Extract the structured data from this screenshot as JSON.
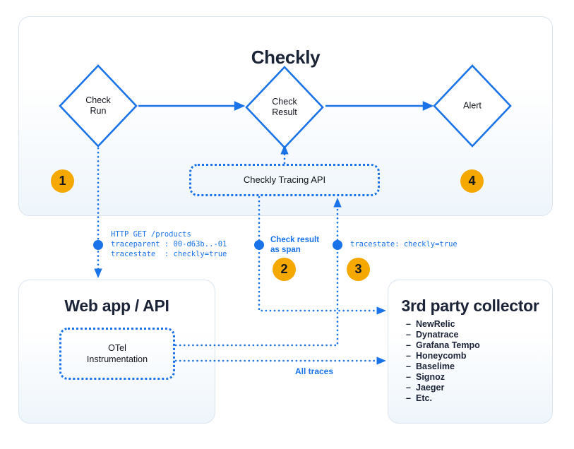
{
  "checkly_panel": {
    "title": "Checkly",
    "nodes": [
      {
        "id": "check-run",
        "label": "Check\nRun"
      },
      {
        "id": "check-result",
        "label": "Check\nResult"
      },
      {
        "id": "alert",
        "label": "Alert"
      }
    ],
    "tracing_api": {
      "label": "Checkly Tracing API"
    }
  },
  "webapp_panel": {
    "title": "Web app / API",
    "otel": {
      "label": "OTel\nInstrumentation"
    }
  },
  "collector_panel": {
    "title": "3rd party collector",
    "items": [
      "NewRelic",
      "Dynatrace",
      "Grafana Tempo",
      "Honeycomb",
      "Baselime",
      "Signoz",
      "Jaeger",
      "Etc."
    ]
  },
  "badges": {
    "one": "1",
    "two": "2",
    "three": "3",
    "four": "4"
  },
  "labels": {
    "http_headers": "HTTP GET /products\ntraceparent : 00-d63b..-01\ntracestate  : checkly=true",
    "check_result_as_span": "Check result\nas span",
    "tracestate": "tracestate: checkly=true",
    "all_traces": "All traces"
  },
  "colors": {
    "accent_blue": "#1a73e8",
    "badge_amber": "#f5a800",
    "text_dark": "#1b2337",
    "panel_border": "#dbe4ef"
  }
}
